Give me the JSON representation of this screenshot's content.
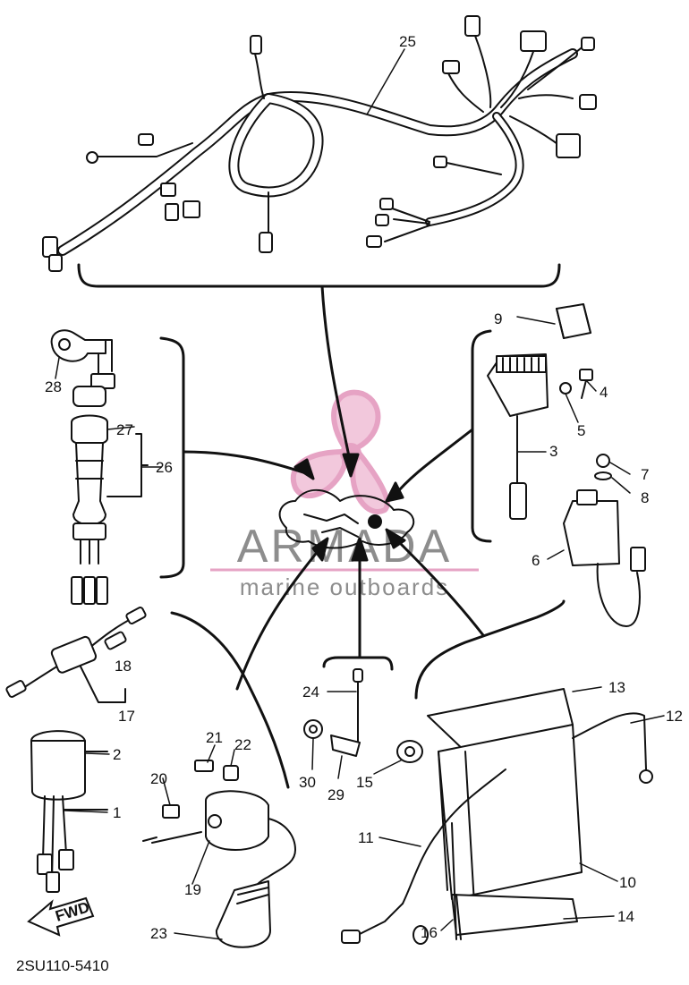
{
  "callouts": {
    "n1": "1",
    "n2": "2",
    "n3": "3",
    "n4": "4",
    "n5": "5",
    "n6": "6",
    "n7": "7",
    "n8": "8",
    "n9": "9",
    "n10": "10",
    "n11": "11",
    "n12": "12",
    "n13": "13",
    "n14": "14",
    "n15": "15",
    "n16": "16",
    "n17": "17",
    "n18": "18",
    "n19": "19",
    "n20": "20",
    "n21": "21",
    "n22": "22",
    "n23": "23",
    "n24": "24",
    "n25": "25",
    "n26": "26",
    "n27": "27",
    "n28": "28",
    "n29": "29",
    "n30": "30"
  },
  "fwd_label": "FWD",
  "drawing_number": "2SU110-5410",
  "watermark": {
    "word": "ARMADA",
    "subtitle": "marine outboards",
    "colors": {
      "logo": "#e6a3c4",
      "text": "#8d8d8d",
      "rule": "#e6a3c4"
    }
  },
  "colors": {
    "ink": "#111111",
    "background": "#ffffff"
  }
}
